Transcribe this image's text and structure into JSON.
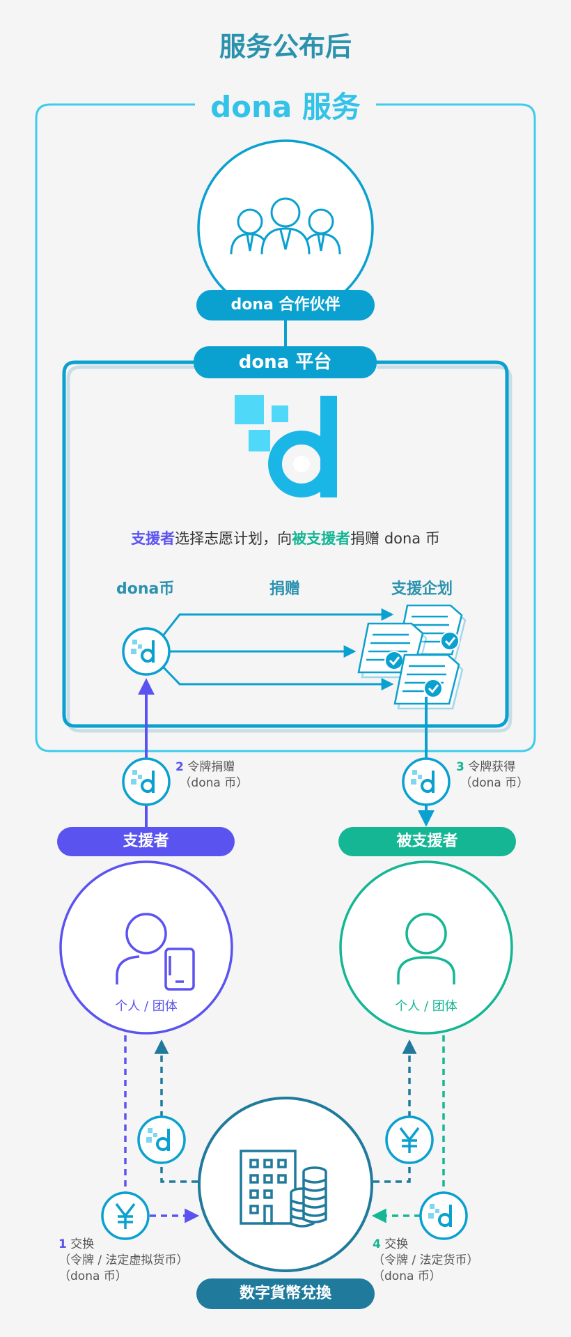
{
  "page_title": "服务公布后",
  "service_title": "dona 服务",
  "partner_label": "dona 合作伙伴",
  "platform_label": "dona 平台",
  "description": {
    "part1": "支援者",
    "part2": "选择志愿计划，向",
    "part3": "被支援者",
    "part4": "捐赠 dona 币"
  },
  "flow_labels": {
    "coin": "dona币",
    "donate": "捐赠",
    "plans": "支援企划"
  },
  "steps": [
    {
      "num": "1",
      "line1": "交换",
      "line2": "（令牌 / 法定虚拟货币）",
      "line3": "（dona 币）"
    },
    {
      "num": "2",
      "line1": "令牌捐赠",
      "line2": "（dona 币）"
    },
    {
      "num": "3",
      "line1": "令牌获得",
      "line2": "（dona 币）"
    },
    {
      "num": "4",
      "line1": "交换",
      "line2": "（令牌 / 法定货币）",
      "line3": "（dona 币）"
    }
  ],
  "supporter_label": "支援者",
  "supported_label": "被支援者",
  "supporter_caption": "个人 / 团体",
  "supported_caption": "个人 / 团体",
  "exchange_label": "数字貨幣兌換",
  "yen_symbol": "¥",
  "colors": {
    "cyan": "#33c2e8",
    "blue": "#0aa0cf",
    "teal_title": "#2b92ae",
    "purple": "#5b53f0",
    "green": "#14b694",
    "dark_teal": "#1f7a9c"
  },
  "icons": [
    "partner-group-icon",
    "dona-logo-icon",
    "dona-coin-icon",
    "document-check-icon",
    "person-phone-icon",
    "person-icon",
    "building-coins-icon",
    "yen-coin-icon"
  ]
}
